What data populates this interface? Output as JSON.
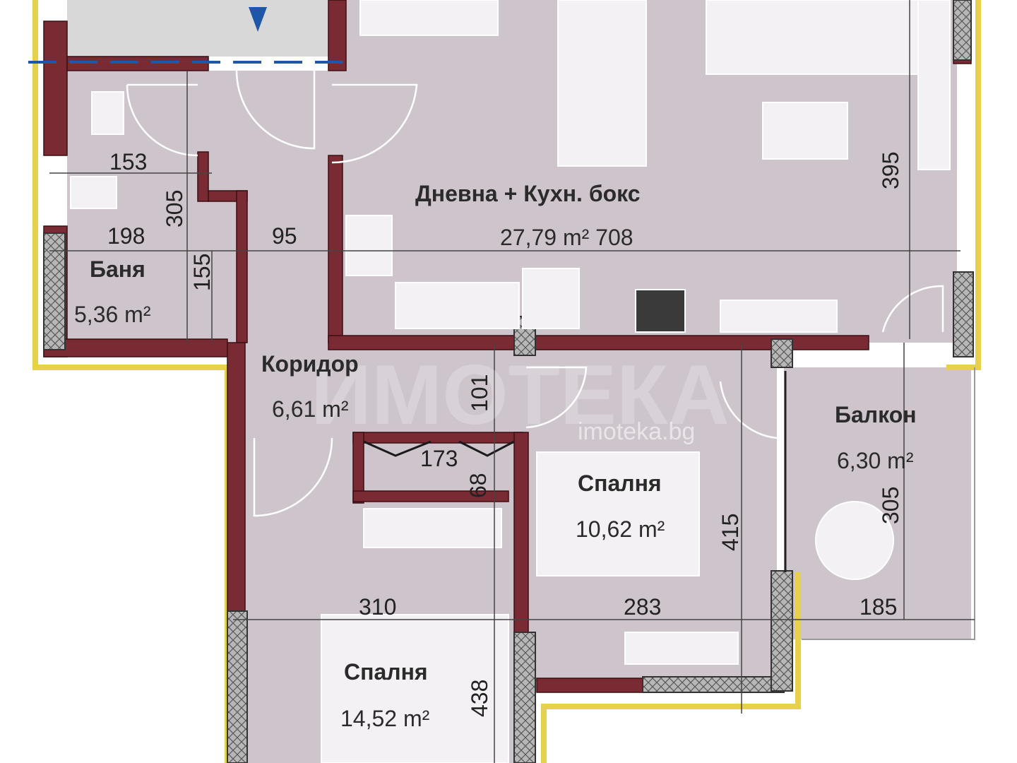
{
  "rooms": {
    "living": {
      "name": "Дневна + Кухн. бокс",
      "area": "27,79 m² 708"
    },
    "bath": {
      "name": "Баня",
      "area": "5,36 m²"
    },
    "corridor": {
      "name": "Коридор",
      "area": "6,61 m²"
    },
    "balcony": {
      "name": "Балкон",
      "area": "6,30 m²"
    },
    "bedroom1": {
      "name": "Спалня",
      "area": "10,62 m²"
    },
    "bedroom2": {
      "name": "Спалня",
      "area": "14,52 m²"
    }
  },
  "dimensions": {
    "d153": "153",
    "d305a": "305",
    "d198": "198",
    "d95": "95",
    "d155": "155",
    "d395": "395",
    "d101": "101",
    "d173": "173",
    "d68": "68",
    "d415": "415",
    "d305b": "305",
    "d310": "310",
    "d283": "283",
    "d185": "185",
    "d438": "438"
  },
  "watermark": {
    "brand": "ИМОТЕКА",
    "site": "imoteka.bg"
  },
  "colors": {
    "floor": "#cec5cc",
    "wall": "#7a2a32",
    "insulation": "#e7d14a",
    "hatch": "#9c9c9c",
    "furniture": "#f3f1f3",
    "axis": "#1f57a8"
  }
}
